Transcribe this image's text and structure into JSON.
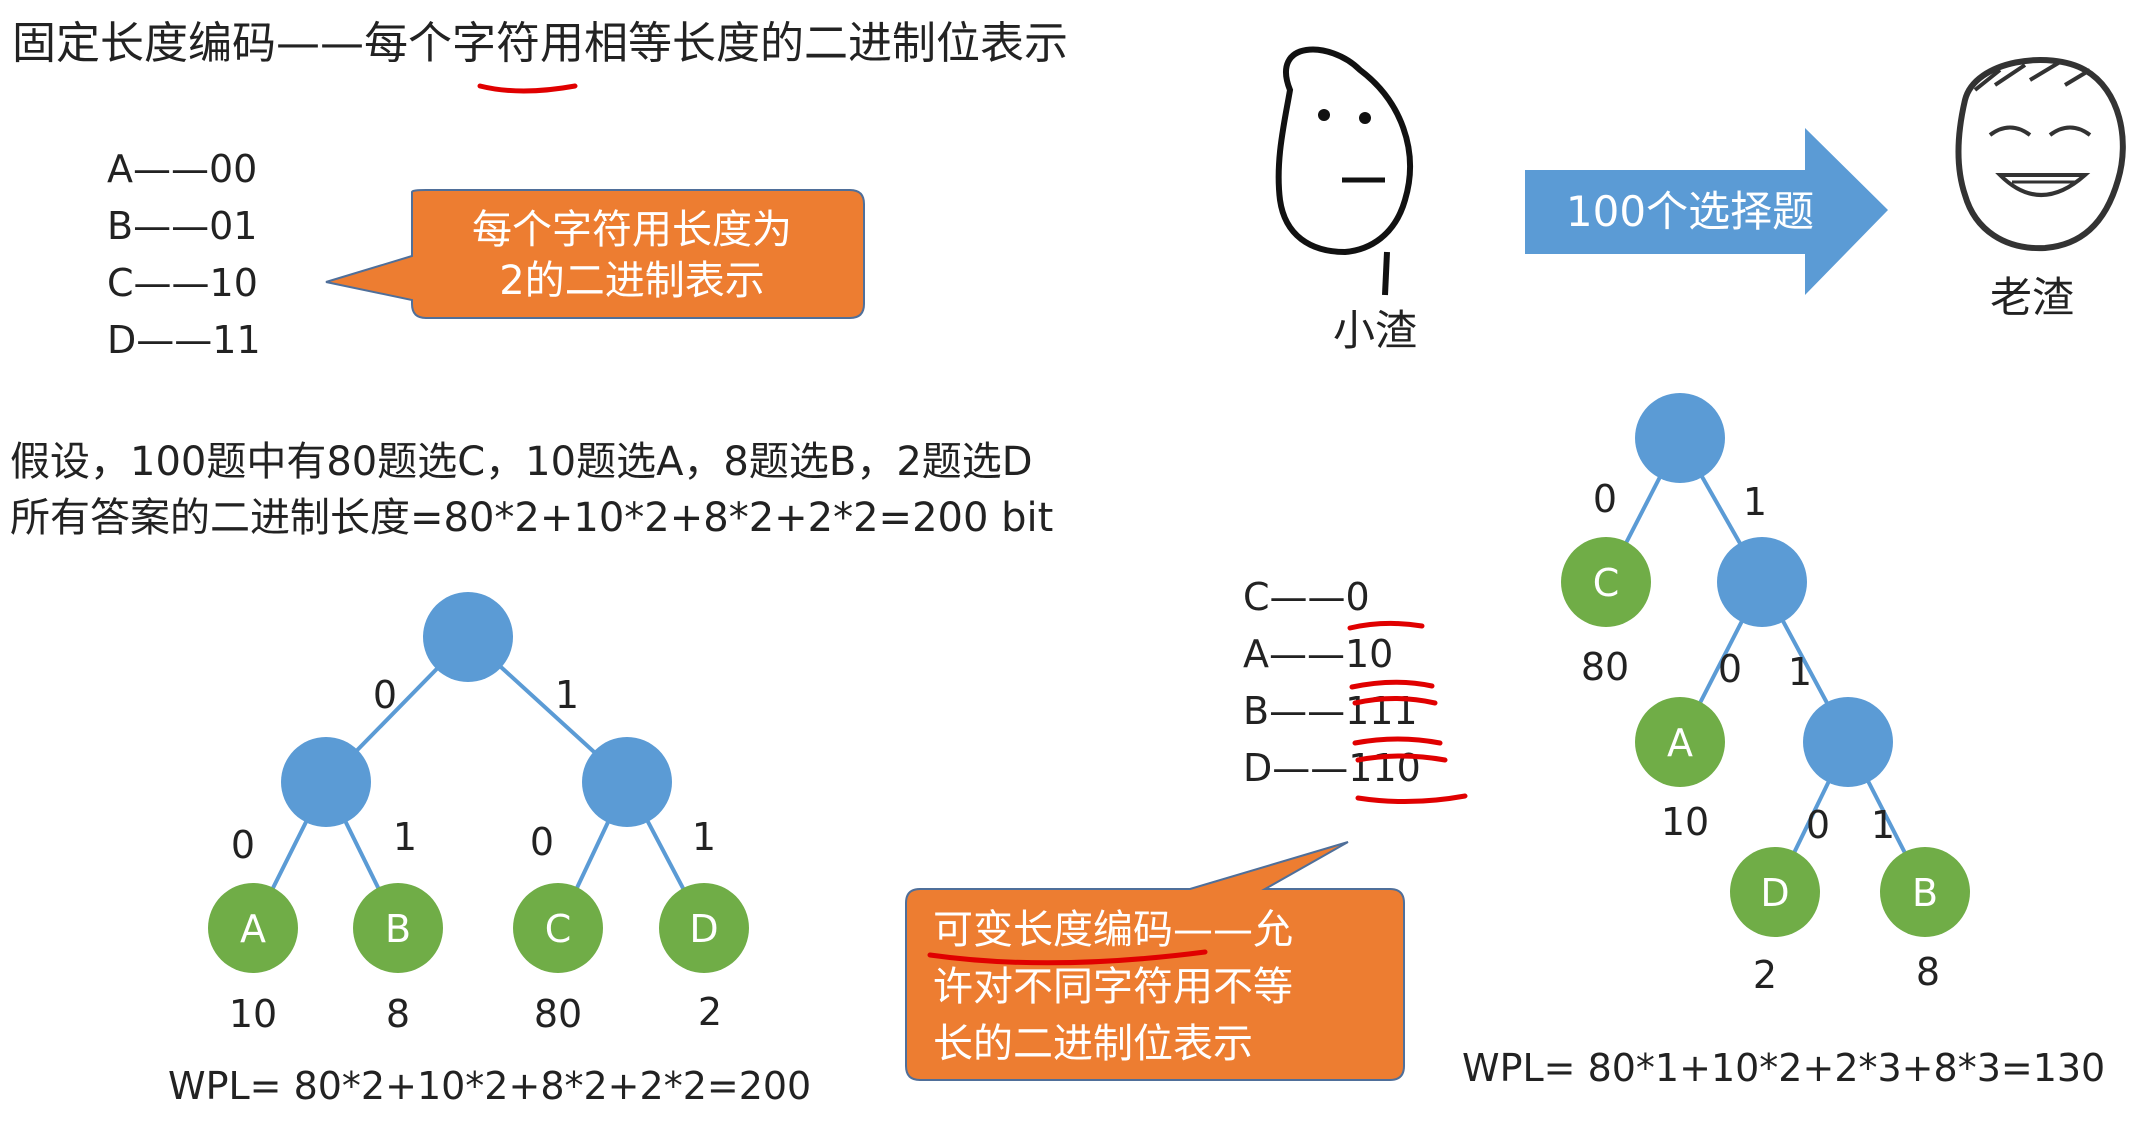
{
  "title": {
    "text": "固定长度编码——每个字符用相等长度的二进制位表示"
  },
  "fixed_codes": [
    "A——00",
    "B——01",
    "C——10",
    "D——11"
  ],
  "callout_fixed": [
    "每个字符用长度为",
    "2的二进制表示"
  ],
  "story": {
    "arrow_label": "100个选择题",
    "left_name": "小渣",
    "right_name": "老渣"
  },
  "assumption": [
    "假设，100题中有80题选C，10题选A，8题选B，2题选D",
    "所有答案的二进制长度=80*2+10*2+8*2+2*2=200 bit"
  ],
  "fixed_tree": {
    "edge_labels": [
      "0",
      "1",
      "0",
      "1",
      "0",
      "1"
    ],
    "leaves": [
      "A",
      "B",
      "C",
      "D"
    ],
    "weights": [
      "10",
      "8",
      "80",
      "2"
    ],
    "wpl": "WPL= 80*2+10*2+8*2+2*2=200"
  },
  "var_codes": [
    "C——0",
    "A——10",
    "B——111",
    "D——110"
  ],
  "callout_var": [
    "可变长度编码——允",
    "许对不同字符用不等",
    "长的二进制位表示"
  ],
  "var_tree": {
    "edge_labels": [
      "0",
      "1",
      "0",
      "1",
      "0",
      "1"
    ],
    "leaves": [
      "C",
      "A",
      "D",
      "B"
    ],
    "weights": [
      "80",
      "10",
      "2",
      "8"
    ],
    "wpl": "WPL= 80*1+10*2+2*3+8*3=130"
  },
  "colors": {
    "node_blue": "#5b9bd5",
    "node_green": "#70ad47",
    "callout_orange": "#ed7d31",
    "arrow_blue": "#5b9bd5",
    "edge_line": "#5b9bd5",
    "underline_red": "#e00000"
  }
}
